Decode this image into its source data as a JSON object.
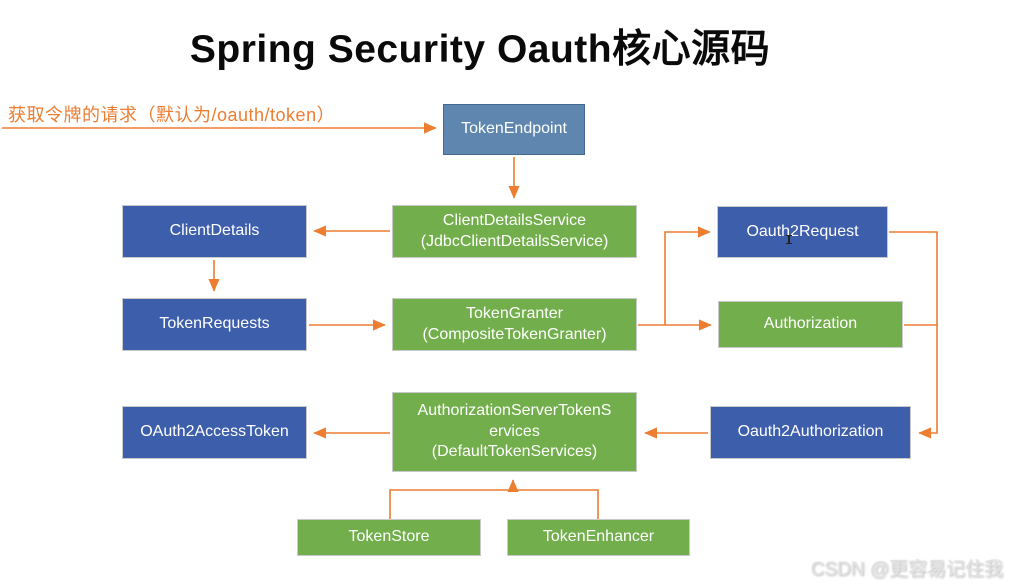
{
  "title": "Spring Security Oauth核心源码",
  "annotation": {
    "request_label": "获取令牌的请求（默认为/oauth/token）"
  },
  "colors": {
    "arrow": "#ED7D31",
    "blue": "#3D5EAB",
    "green": "#72AE4B",
    "steel": "#5E86AE"
  },
  "nodes": {
    "token_endpoint": {
      "label": "TokenEndpoint"
    },
    "client_details_service": {
      "label": "ClientDetailsService\n(JdbcClientDetailsService)"
    },
    "client_details": {
      "label": "ClientDetails"
    },
    "oauth2_request": {
      "label": "Oauth2Request"
    },
    "token_requests": {
      "label": "TokenRequests"
    },
    "token_granter": {
      "label": "TokenGranter\n(CompositeTokenGranter)"
    },
    "authorization": {
      "label": "Authorization"
    },
    "oauth2_access_token": {
      "label": "OAuth2AccessToken"
    },
    "authorization_server_token_services": {
      "label": "AuthorizationServerTokenS\nervices\n(DefaultTokenServices)"
    },
    "oauth2_authorization": {
      "label": "Oauth2Authorization"
    },
    "token_store": {
      "label": "TokenStore"
    },
    "token_enhancer": {
      "label": "TokenEnhancer"
    }
  },
  "watermark": "CSDN @更容易记住我"
}
